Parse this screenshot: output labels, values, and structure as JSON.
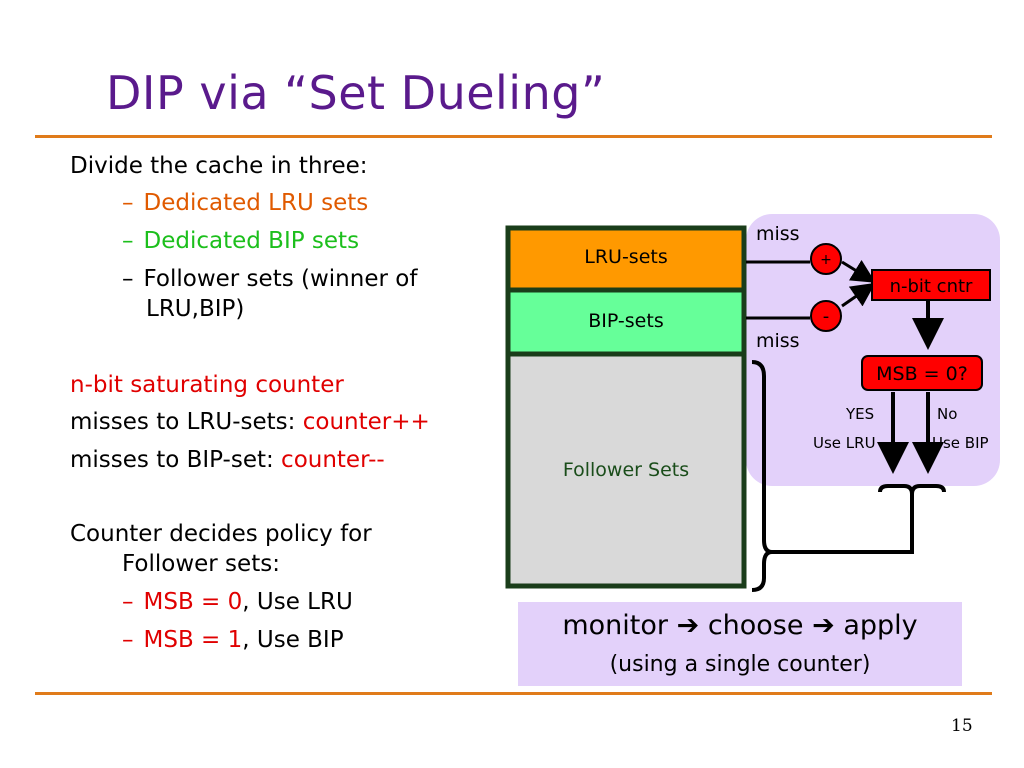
{
  "slide": {
    "title": "DIP via “Set Dueling”",
    "page_number": "15"
  },
  "left_text": {
    "intro": "Divide the cache in three:",
    "bullets": [
      {
        "dash": "–",
        "text": "Dedicated LRU sets",
        "color": "#e05a00"
      },
      {
        "dash": "–",
        "text": "Dedicated BIP sets",
        "color": "#1cbf1c"
      },
      {
        "dash": "–",
        "text_line1": "Follower sets (winner of",
        "text_line2": "LRU,BIP)"
      }
    ],
    "counter_heading": "n-bit saturating counter",
    "lru_miss_prefix": "misses to LRU-sets: ",
    "lru_miss_action": "counter++",
    "bip_miss_prefix": "misses to BIP-set: ",
    "bip_miss_action": "counter--",
    "decides_line1": "Counter decides policy for",
    "decides_line2": "Follower sets:",
    "policy_bullets": [
      {
        "dash": "–",
        "condition": "MSB = 0",
        "policy": ", Use LRU"
      },
      {
        "dash": "–",
        "condition": "MSB = 1",
        "policy": ", Use BIP"
      }
    ]
  },
  "diagram": {
    "lru_sets_label": "LRU-sets",
    "bip_sets_label": "BIP-sets",
    "follower_sets_label": "Follower Sets",
    "miss_top": "miss",
    "miss_bottom": "miss",
    "plus_sign": "+",
    "minus_sign": "-",
    "counter_label": "n-bit cntr",
    "msb_check": "MSB = 0?",
    "yes_label": "YES",
    "no_label": "No",
    "use_lru": "Use LRU",
    "use_bip": "Use BIP",
    "colors": {
      "lru_fill": "#ff9900",
      "bip_fill": "#66ff99",
      "follower_fill": "#d9d9d9",
      "border": "#1a3d1a",
      "panel": "#e3d1fa",
      "counter_fill": "#ff0000"
    }
  },
  "summary": {
    "monitor": "monitor",
    "choose": "choose",
    "apply": "apply",
    "arrow": "➔",
    "subtitle": "(using a single counter)"
  }
}
